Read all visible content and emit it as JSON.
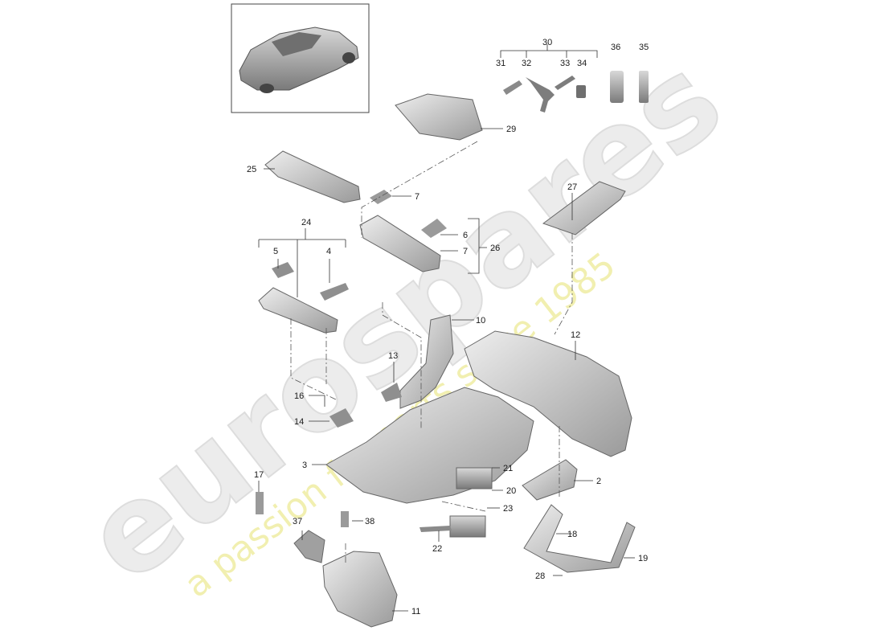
{
  "watermark": {
    "brand": "eurospares",
    "tagline": "a passion for parts since 1985",
    "brand_color": "#e9e9e9",
    "tagline_color": "#f0eeb0"
  },
  "callouts": {
    "c2": "2",
    "c3": "3",
    "c4": "4",
    "c5": "5",
    "c6": "6",
    "c7a": "7",
    "c7b": "7",
    "c10": "10",
    "c11": "11",
    "c12": "12",
    "c13": "13",
    "c14": "14",
    "c16": "16",
    "c17": "17",
    "c18": "18",
    "c19": "19",
    "c20": "20",
    "c21": "21",
    "c22": "22",
    "c23": "23",
    "c24": "24",
    "c25": "25",
    "c26": "26",
    "c27": "27",
    "c28": "28",
    "c29": "29",
    "c30": "30",
    "c31": "31",
    "c32": "32",
    "c33": "33",
    "c34": "34",
    "c35": "35",
    "c36": "36",
    "c37": "37",
    "c38": "38"
  },
  "colors": {
    "part_fill": "#d9d9d9",
    "part_dark": "#8c8c8c",
    "line": "#333333"
  }
}
